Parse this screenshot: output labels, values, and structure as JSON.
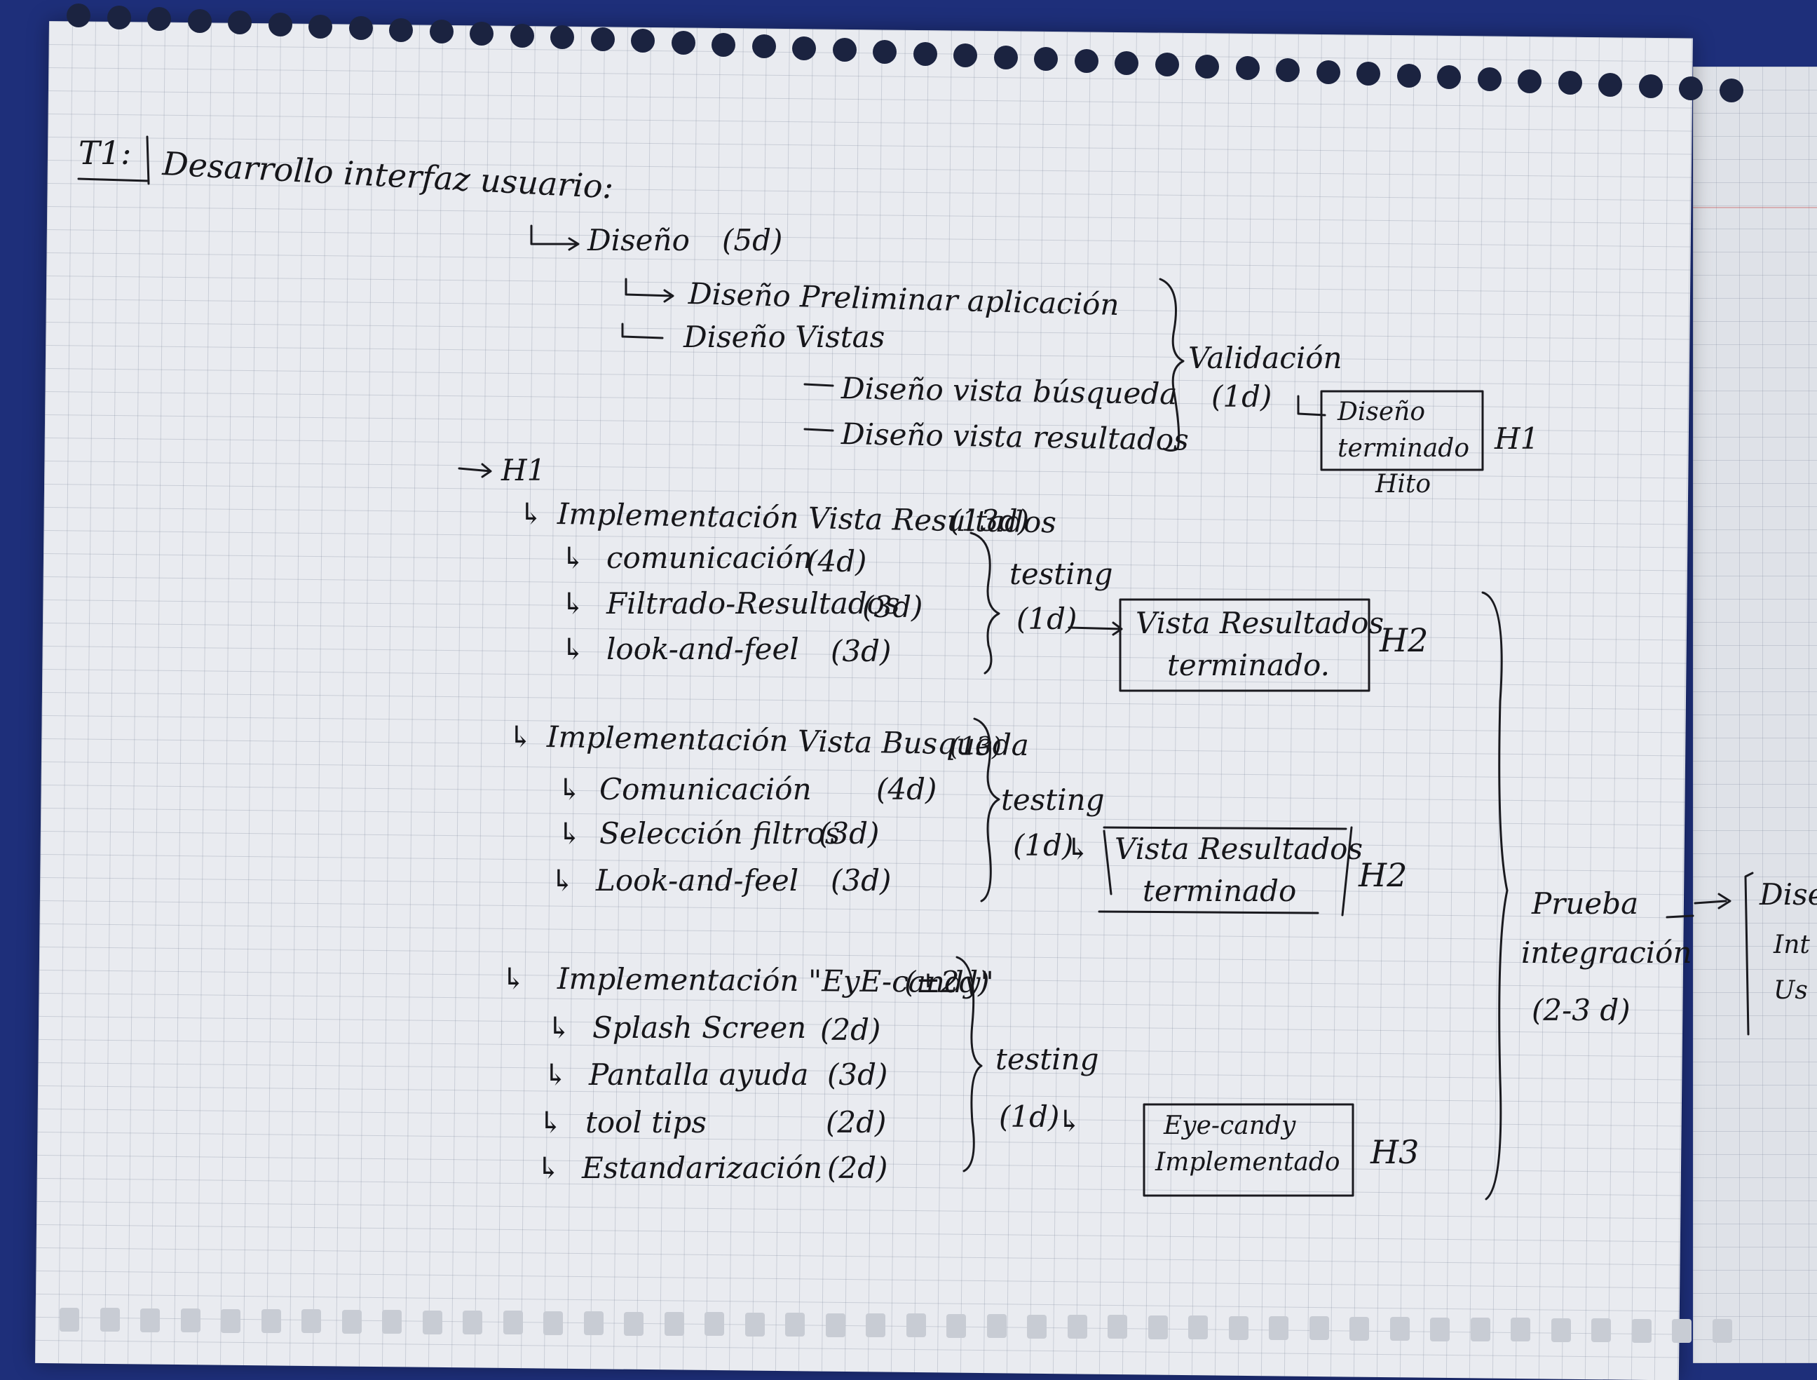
{
  "title": {
    "label": "T1:",
    "text": "Desarrollo interfaz usuario:"
  },
  "design": {
    "root": "Diseño",
    "root_est": "(5d)",
    "items": [
      "Diseño Preliminar aplicación",
      "Diseño Vistas"
    ],
    "subitems": [
      "Diseño vista búsqueda",
      "Diseño vista resultados"
    ],
    "validation_label": "Validación",
    "validation_est": "(1d)",
    "milestone_box": [
      "Diseño",
      "terminado"
    ],
    "milestone_tag": "H1",
    "milestone_note": "Hito"
  },
  "h1_marker": "H1",
  "impl_results": {
    "heading": "Implementación Vista Resultados",
    "heading_est": "(13d)",
    "tasks": [
      {
        "name": "comunicación",
        "est": "(4d)"
      },
      {
        "name": "Filtrado-Resultados",
        "est": "(3d)"
      },
      {
        "name": "look-and-feel",
        "est": "(3d)"
      }
    ],
    "testing_label": "testing",
    "testing_est": "(1d)",
    "milestone_box": [
      "Vista Resultados",
      "terminado."
    ],
    "milestone_tag": "H2"
  },
  "impl_search": {
    "heading": "Implementación Vista Busqueda",
    "heading_est": "(13)",
    "tasks": [
      {
        "name": "Comunicación",
        "est": "(4d)"
      },
      {
        "name": "Selección filtros",
        "est": "(3d)"
      },
      {
        "name": "Look-and-feel",
        "est": "(3d)"
      }
    ],
    "testing_label": "testing",
    "testing_est": "(1d)",
    "milestone_box": [
      "Vista Resultados",
      "terminado"
    ],
    "milestone_tag": "H2"
  },
  "impl_eyecandy": {
    "heading": "Implementación \"EyE-candy\"",
    "heading_est": "(±2d)",
    "tasks": [
      {
        "name": "Splash Screen",
        "est": "(2d)"
      },
      {
        "name": "Pantalla ayuda",
        "est": "(3d)"
      },
      {
        "name": "tool tips",
        "est": "(2d)"
      },
      {
        "name": "Estandarización",
        "est": "(2d)"
      }
    ],
    "testing_label": "testing",
    "testing_est": "(1d)",
    "milestone_box": [
      "Eye-candy",
      "Implementado"
    ],
    "milestone_tag": "H3"
  },
  "integration": {
    "lines": [
      "Prueba",
      "integración",
      "(2-3 d)"
    ]
  },
  "next_page_fragments": [
    "Diser",
    "Int",
    "Us"
  ],
  "colors": {
    "paper": "#e9ebf0",
    "ink": "#16161a",
    "background": "#1e2f7a"
  }
}
